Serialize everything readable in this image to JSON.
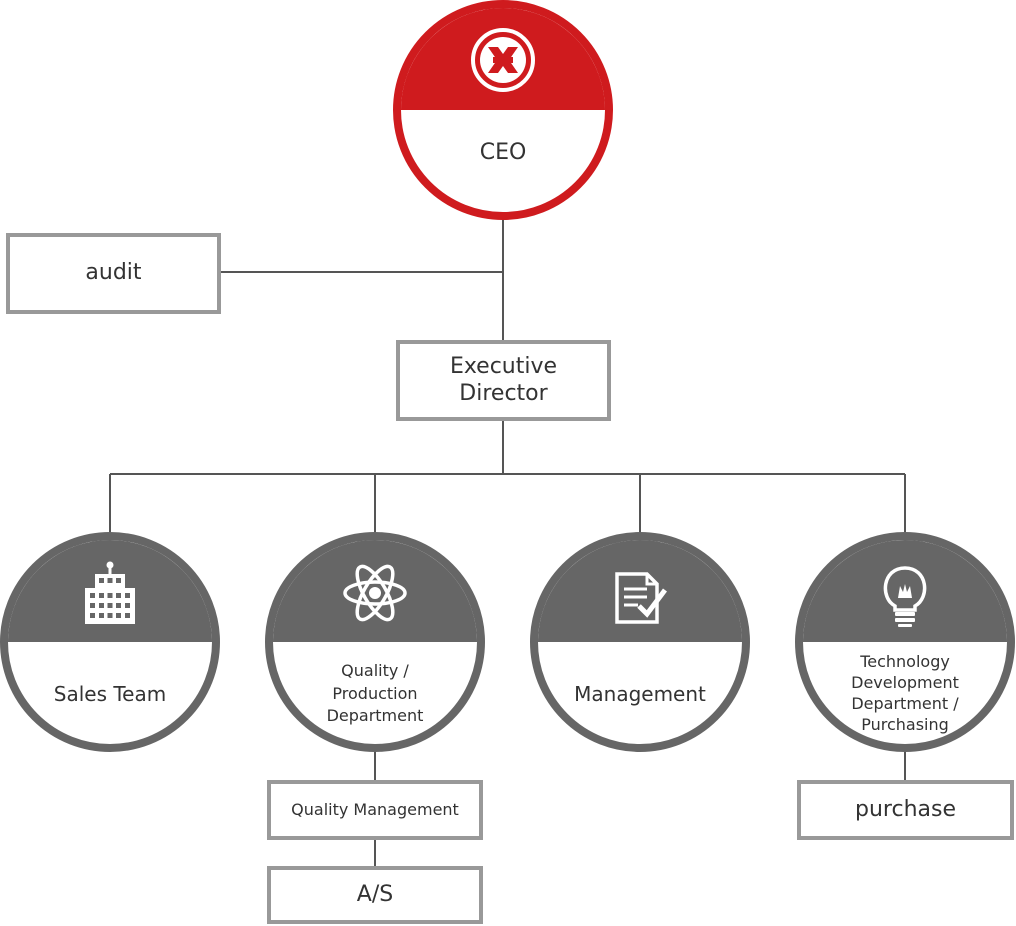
{
  "ceo": {
    "label": "CEO",
    "logo": "company-logo",
    "color": "#cf1b1e"
  },
  "audit": {
    "label": "audit"
  },
  "executive_director": {
    "label": "Executive\nDirector"
  },
  "departments": [
    {
      "label": "Sales Team",
      "icon": "building-icon"
    },
    {
      "label": "Quality /\nProduction\nDepartment",
      "icon": "atom-icon"
    },
    {
      "label": "Management",
      "icon": "document-check-icon"
    },
    {
      "label": "Technology\nDevelopment\nDepartment /\nPurchasing",
      "icon": "lightbulb-icon"
    }
  ],
  "sub_units": {
    "quality_management": "Quality Management",
    "as": "A/S",
    "purchase": "purchase"
  },
  "colors": {
    "dept": "#666666",
    "box_border": "#999999",
    "line": "#555555"
  }
}
